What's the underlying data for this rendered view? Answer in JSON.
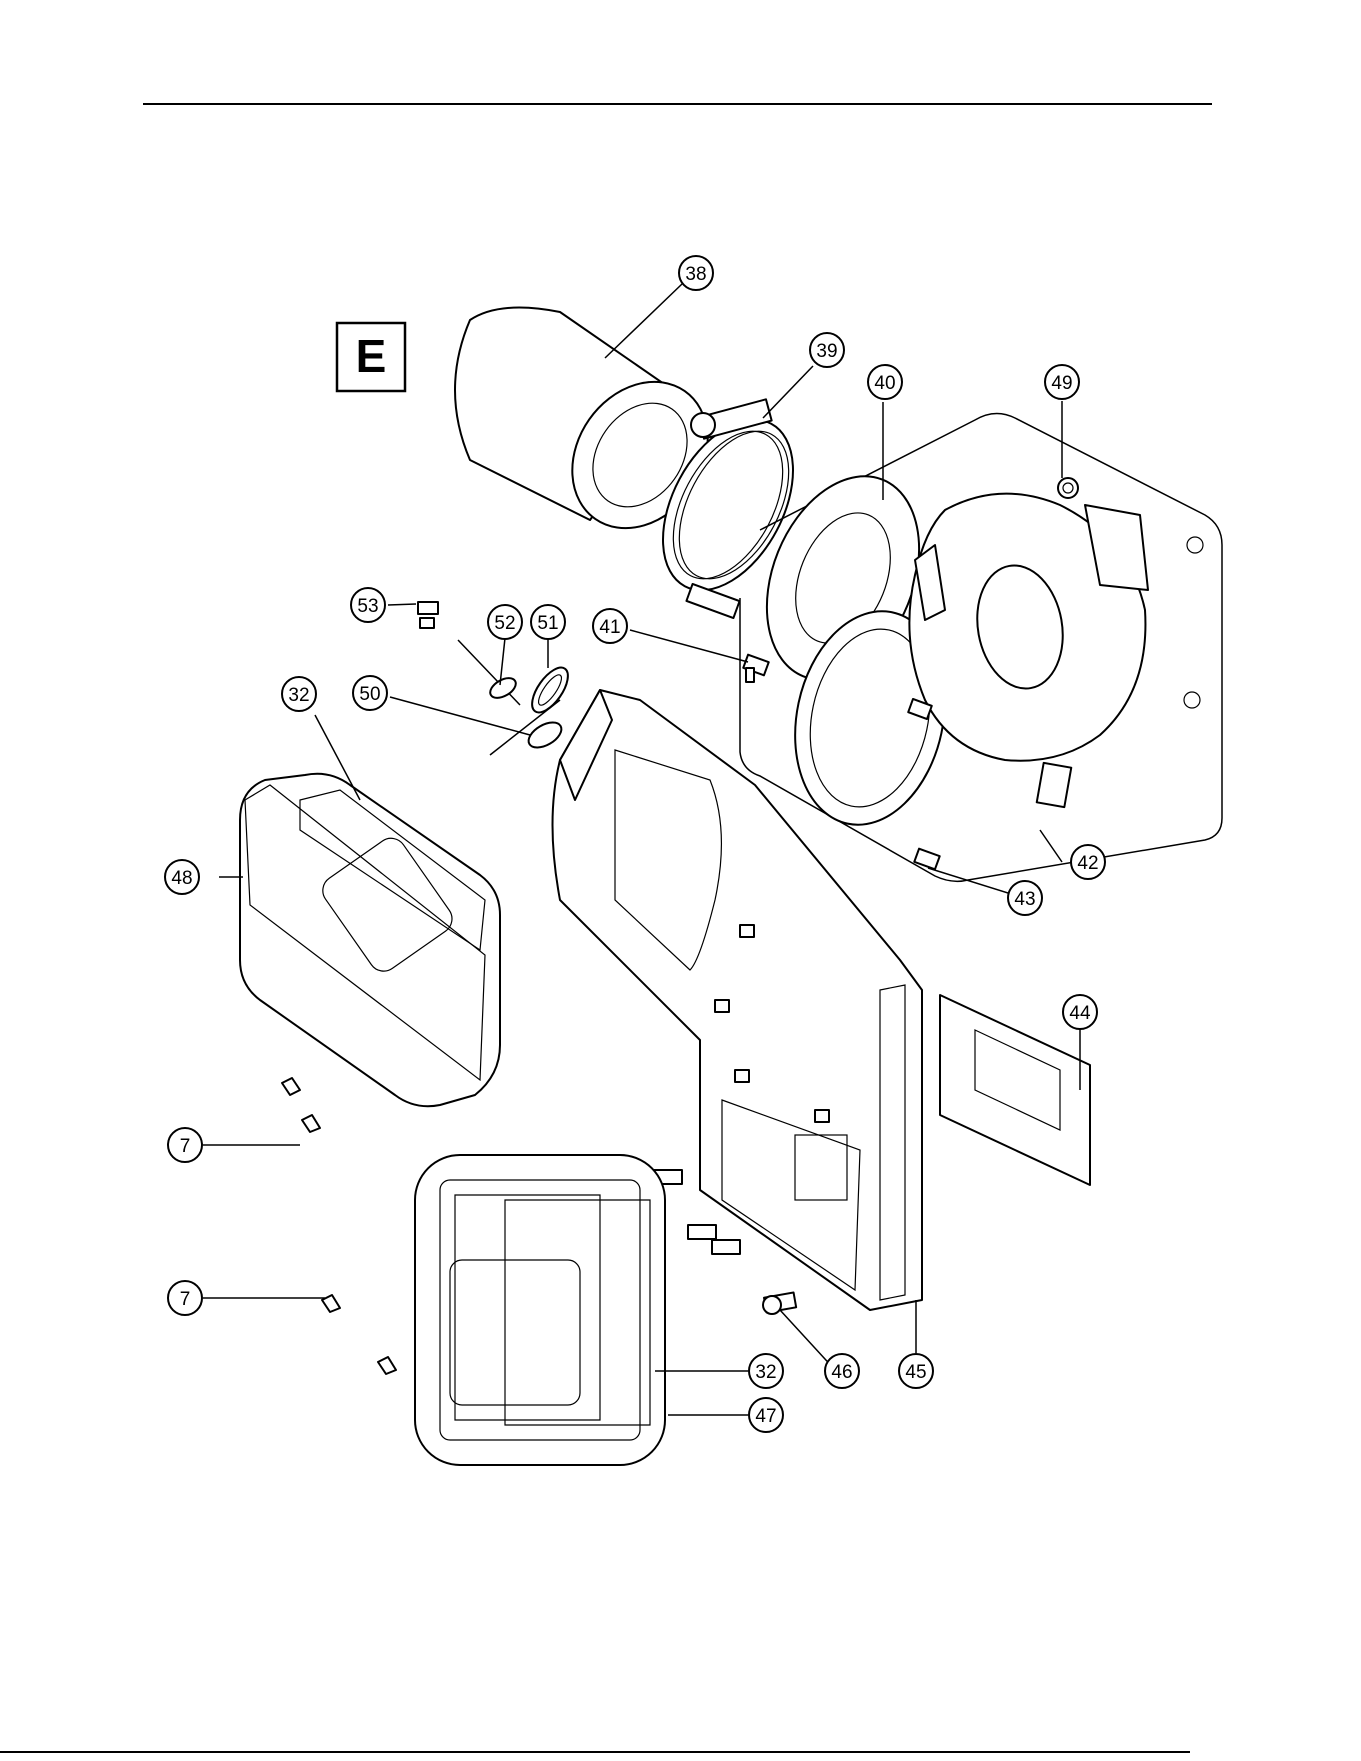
{
  "section_letter": "E",
  "callouts": [
    {
      "id": "c38",
      "label": "38"
    },
    {
      "id": "c39",
      "label": "39"
    },
    {
      "id": "c40",
      "label": "40"
    },
    {
      "id": "c49",
      "label": "49"
    },
    {
      "id": "c53",
      "label": "53"
    },
    {
      "id": "c52",
      "label": "52"
    },
    {
      "id": "c51",
      "label": "51"
    },
    {
      "id": "c41",
      "label": "41"
    },
    {
      "id": "c32a",
      "label": "32"
    },
    {
      "id": "c50",
      "label": "50"
    },
    {
      "id": "c48",
      "label": "48"
    },
    {
      "id": "c42",
      "label": "42"
    },
    {
      "id": "c43",
      "label": "43"
    },
    {
      "id": "c44",
      "label": "44"
    },
    {
      "id": "c7a",
      "label": "7"
    },
    {
      "id": "c7b",
      "label": "7"
    },
    {
      "id": "c32b",
      "label": "32"
    },
    {
      "id": "c46",
      "label": "46"
    },
    {
      "id": "c45",
      "label": "45"
    },
    {
      "id": "c47",
      "label": "47"
    }
  ]
}
